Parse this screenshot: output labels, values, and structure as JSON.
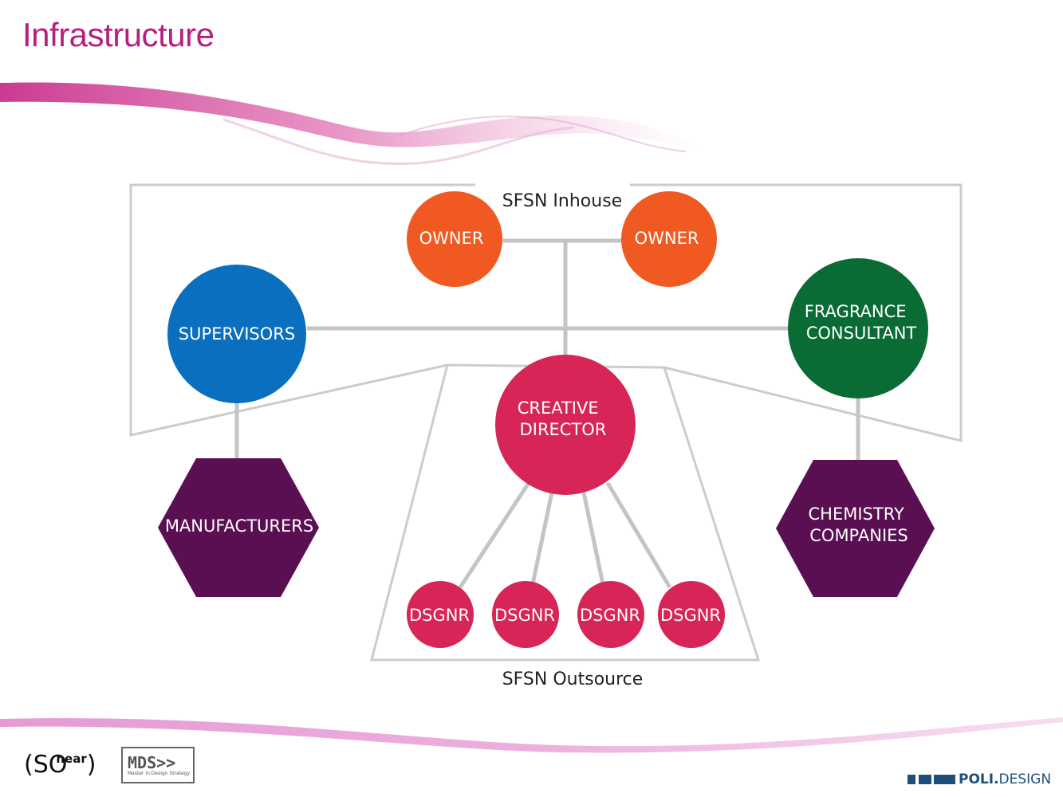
{
  "title": "Infrastructure",
  "groups": {
    "inhouse": "SFSN Inhouse",
    "outsource": "SFSN Outsource"
  },
  "nodes": {
    "owner_left": [
      "OWNER"
    ],
    "owner_right": [
      "OWNER"
    ],
    "supervisors": [
      "SUPERVISORS"
    ],
    "fragrance_consultant": [
      "FRAGRANCE",
      "CONSULTANT"
    ],
    "creative_director": [
      "CREATIVE",
      "DIRECTOR"
    ],
    "manufacturers": [
      "MANUFACTURERS"
    ],
    "chemistry_companies": [
      "CHEMISTRY",
      "COMPANIES"
    ],
    "designers": [
      "DSGNR",
      "DSGNR",
      "DSGNR",
      "DSGNR"
    ]
  },
  "colors": {
    "title": "#b5207f",
    "owner": "#f05a22",
    "supervisors": "#0a6fbf",
    "fragrance_consultant": "#0b6b35",
    "creative_director": "#d62556",
    "designer": "#d62556",
    "hexagon": "#5a0f52",
    "connector": "#c4c4c4",
    "swoosh": "#c2187f"
  },
  "logos": {
    "sonear": {
      "open": "(SO",
      "sup": "near",
      "close": ")"
    },
    "mds": {
      "text": "MDS>>",
      "tagline": "Master in Design Strategy"
    },
    "polidesign": {
      "bold": "POLI.",
      "rest": "DESIGN"
    }
  }
}
